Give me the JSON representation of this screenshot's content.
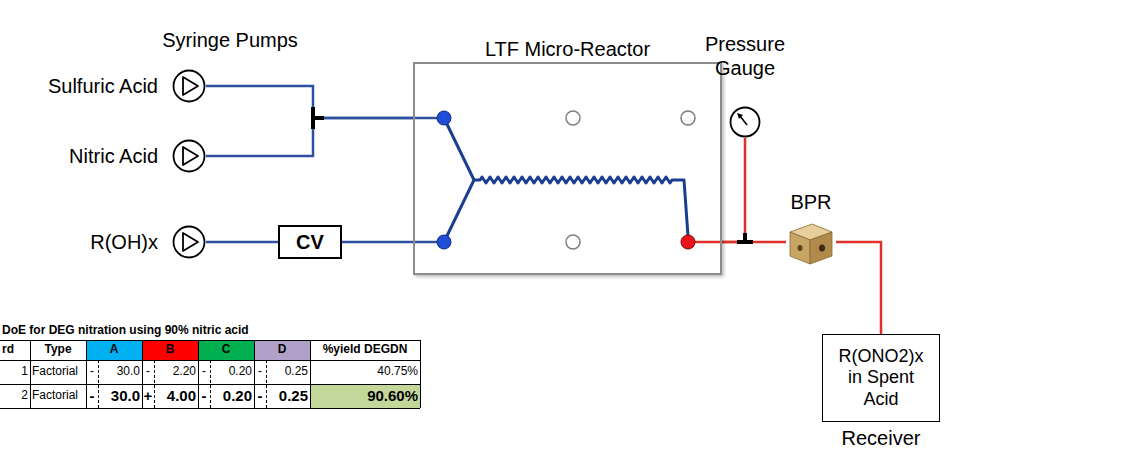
{
  "diagram": {
    "nodes": [
      {
        "text": [
          "Sulfuric Acid"
        ]
      },
      {
        "text": [
          "Nitric Acid"
        ]
      },
      {
        "text": [
          "R(OH)x"
        ]
      },
      {
        "text": [
          "CV"
        ]
      },
      {
        "text": [
          "LTF Micro-Reactor"
        ]
      },
      {
        "text": [
          "Pressure Gauge"
        ]
      },
      {
        "text": [
          "BPR"
        ]
      },
      {
        "text": [
          "R(ONO2)x in Spent Acid",
          "Receiver"
        ]
      }
    ],
    "edges": [
      {
        "from": 0,
        "to": 4,
        "arrow": "none"
      },
      {
        "from": 1,
        "to": 4,
        "arrow": "none"
      },
      {
        "from": 2,
        "to": 3,
        "arrow": "none"
      },
      {
        "from": 3,
        "to": 4,
        "arrow": "none"
      },
      {
        "from": 4,
        "to": 6,
        "arrow": "none"
      },
      {
        "from": 4,
        "to": 5,
        "arrow": "none"
      },
      {
        "from": 6,
        "to": 7,
        "arrow": "none"
      }
    ],
    "labels": [
      "Syringe Pumps",
      "DoE for DEG nitration using 90% nitric acid",
      "rd",
      "Type",
      "A",
      "B",
      "C",
      "D",
      "%yield DEGDN",
      "1",
      "Factorial",
      "-",
      "30.0",
      "-",
      "2.20",
      "-",
      "0.20",
      "-",
      "0.25",
      "40.75%",
      "2",
      "Factorial",
      "-",
      "30.0",
      "+",
      "4.00",
      "-",
      "0.20",
      "-",
      "0.25",
      "90.60%"
    ]
  }
}
